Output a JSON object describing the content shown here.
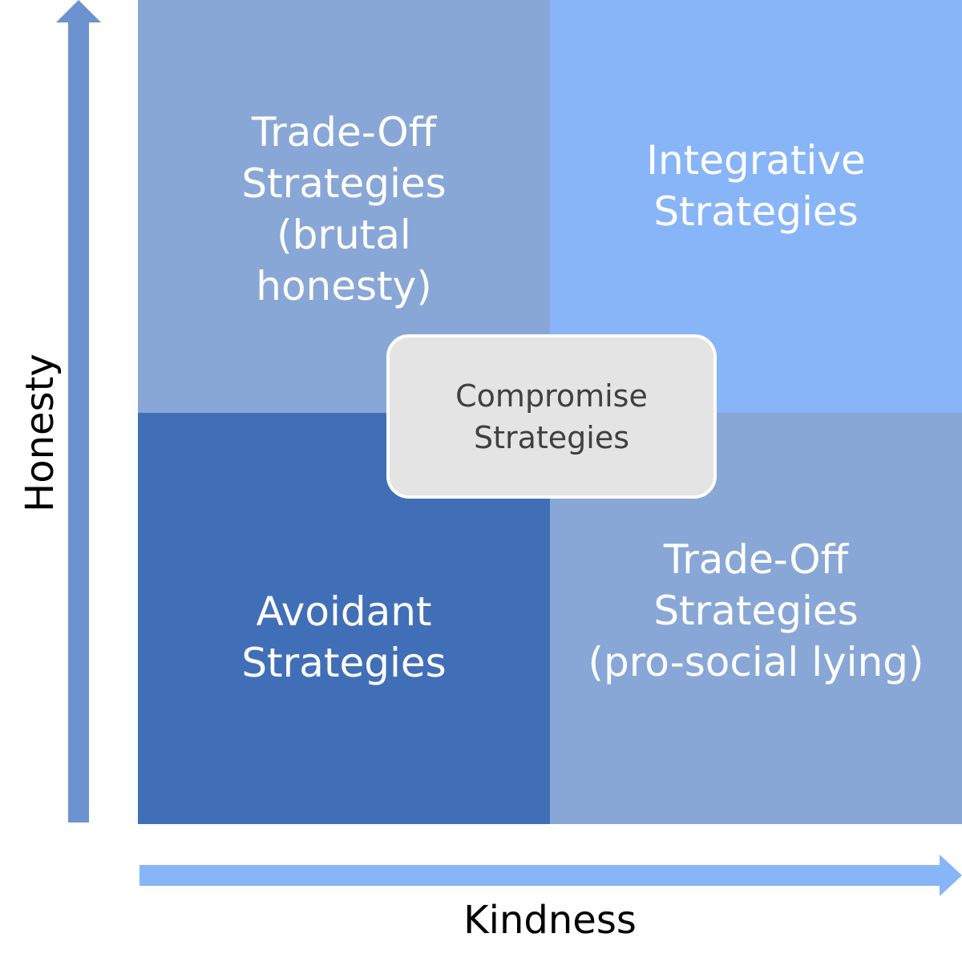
{
  "colors": {
    "trade_off_quadrant": "#88a7d6",
    "integrative_quadrant": "#88b5f7",
    "avoidant_quadrant": "#416fb7",
    "compromise_box": "#e4e4e4",
    "honesty_arrow": "#6c93cf",
    "kindness_arrow": "#88b5f7"
  },
  "axes": {
    "y_label": "Honesty",
    "x_label": "Kindness"
  },
  "quadrants": {
    "top_left": "Trade-Off\nStrategies\n(brutal\nhonesty)",
    "top_right": "Integrative\nStrategies",
    "bottom_left": "Avoidant\nStrategies",
    "bottom_right": "Trade-Off\nStrategies\n(pro-social lying)"
  },
  "center": {
    "label": "Compromise\nStrategies"
  }
}
